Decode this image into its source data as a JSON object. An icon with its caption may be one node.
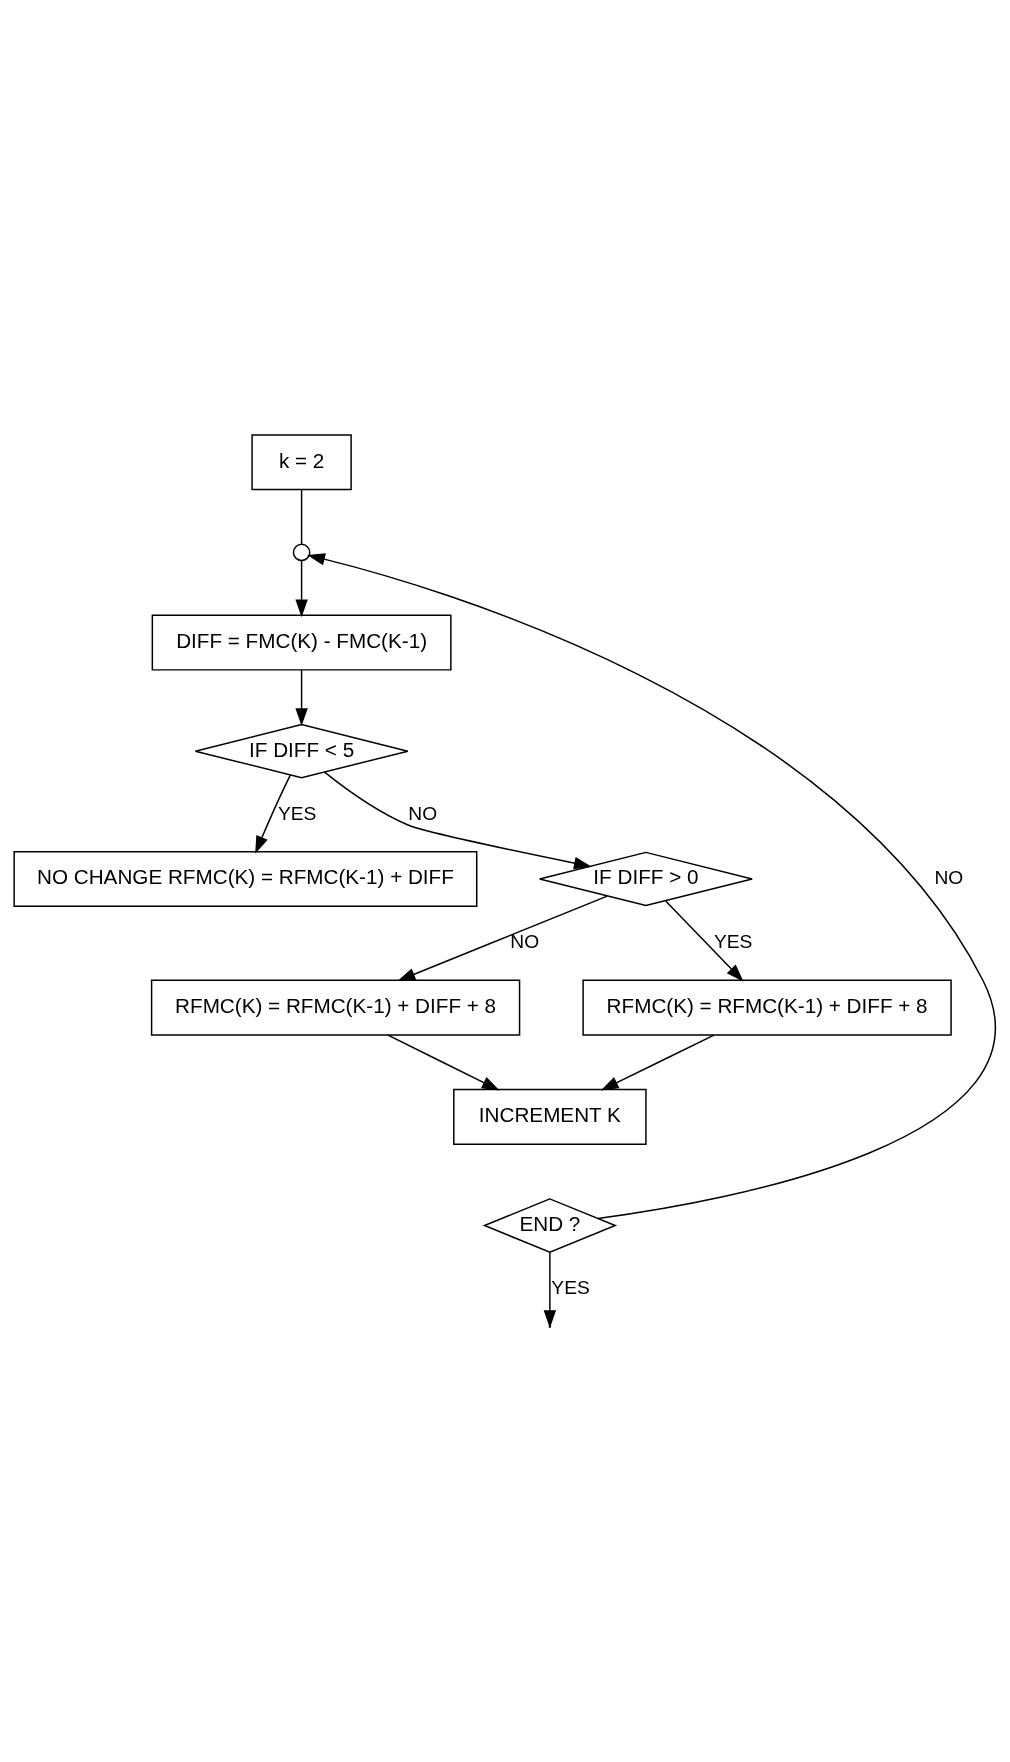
{
  "diagram": {
    "nodes": [
      {
        "text": [
          "k = 2"
        ]
      },
      {
        "text": [],
        "shape": "circle"
      },
      {
        "text": [
          "DIFF = FMC(K) - FMC(K-1)"
        ]
      },
      {
        "text": [
          "IF DIFF < 5"
        ]
      },
      {
        "text": [
          "NO CHANGE RFMC(K) = RFMC(K-1) + DIFF"
        ]
      },
      {
        "text": [
          "IF DIFF > 0"
        ]
      },
      {
        "text": [
          "RFMC(K) = RFMC(K-1) + DIFF + 8"
        ]
      },
      {
        "text": [
          "RFMC(K) = RFMC(K-1) + DIFF + 8"
        ]
      },
      {
        "text": [
          "INCREMENT K"
        ]
      },
      {
        "text": [
          "END ?"
        ]
      }
    ],
    "edges": [
      {
        "from": 0,
        "to": 1,
        "arrow": "none"
      },
      {
        "from": 1,
        "to": 2,
        "arrow": "to"
      },
      {
        "from": 2,
        "to": 3,
        "arrow": "to"
      },
      {
        "from": 3,
        "to": 4,
        "arrow": "to",
        "label": "YES"
      },
      {
        "from": 3,
        "to": 5,
        "arrow": "to",
        "label": "NO"
      },
      {
        "from": 5,
        "to": 6,
        "arrow": "to",
        "label": "NO"
      },
      {
        "from": 5,
        "to": 7,
        "arrow": "to",
        "label": "YES"
      },
      {
        "from": 6,
        "to": 8,
        "arrow": "to"
      },
      {
        "from": 7,
        "to": 8,
        "arrow": "to"
      },
      {
        "from": 9,
        "to": 1,
        "arrow": "to",
        "label": "NO"
      },
      {
        "from": 9,
        "to": null,
        "arrow": "to",
        "label": "YES"
      }
    ]
  }
}
